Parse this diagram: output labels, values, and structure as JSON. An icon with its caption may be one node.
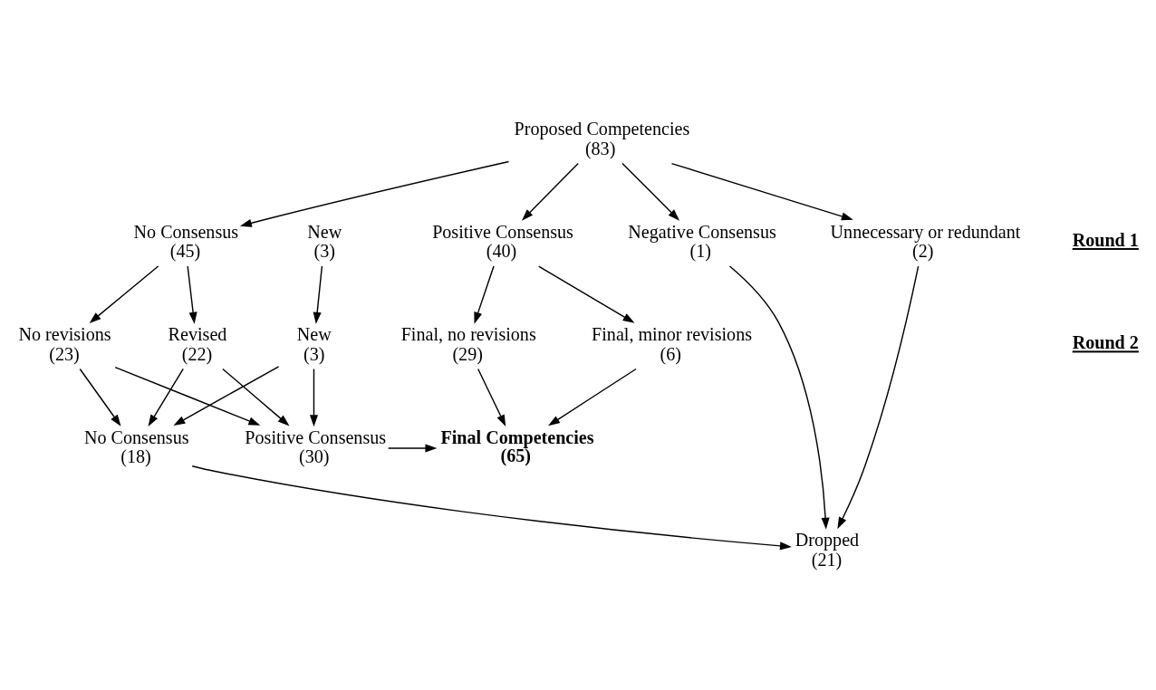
{
  "diagram": {
    "nodes": [
      {
        "text": [
          "Proposed Competencies",
          "(83)"
        ]
      },
      {
        "text": [
          "Negative Consensus",
          "(1)"
        ]
      },
      {
        "text": [
          "Unnecessary or redundant",
          "(2)"
        ]
      },
      {
        "text": [
          "Positive Consensus",
          "(40)"
        ]
      },
      {
        "text": [
          "No Consensus",
          "(45)"
        ]
      },
      {
        "text": [
          "New",
          "(3)"
        ]
      },
      {
        "text": [
          "Final, no revisions",
          "(29)"
        ]
      },
      {
        "text": [
          "Final, minor revisions",
          "(6)"
        ]
      },
      {
        "text": [
          "No revisions",
          "(23)"
        ]
      },
      {
        "text": [
          "Revised",
          "(22)"
        ]
      },
      {
        "text": [
          "New",
          "(3)"
        ]
      },
      {
        "text": [
          "Final Competencies",
          "(65)"
        ]
      },
      {
        "text": [
          "Positive Consensus",
          "(30)"
        ]
      },
      {
        "text": [
          "No Consensus",
          "(18)"
        ]
      },
      {
        "text": [
          "Dropped",
          "(21)"
        ]
      }
    ],
    "edges": [
      {
        "from": 0,
        "to": 1,
        "arrow": "to"
      },
      {
        "from": 0,
        "to": 2,
        "arrow": "to"
      },
      {
        "from": 0,
        "to": 3,
        "arrow": "to"
      },
      {
        "from": 0,
        "to": 4,
        "arrow": "to"
      },
      {
        "from": 1,
        "to": 14,
        "arrow": "to"
      },
      {
        "from": 2,
        "to": 14,
        "arrow": "to"
      },
      {
        "from": 3,
        "to": 6,
        "arrow": "to"
      },
      {
        "from": 3,
        "to": 7,
        "arrow": "to"
      },
      {
        "from": 4,
        "to": 8,
        "arrow": "to"
      },
      {
        "from": 4,
        "to": 9,
        "arrow": "to"
      },
      {
        "from": 5,
        "to": 10,
        "arrow": "to"
      },
      {
        "from": 6,
        "to": 11,
        "arrow": "to"
      },
      {
        "from": 7,
        "to": 11,
        "arrow": "to"
      },
      {
        "from": 8,
        "to": 12,
        "arrow": "to"
      },
      {
        "from": 9,
        "to": 12,
        "arrow": "to"
      },
      {
        "from": 10,
        "to": 12,
        "arrow": "to"
      },
      {
        "from": 8,
        "to": 13,
        "arrow": "to"
      },
      {
        "from": 9,
        "to": 13,
        "arrow": "to"
      },
      {
        "from": 10,
        "to": 13,
        "arrow": "to"
      },
      {
        "from": 12,
        "to": 11,
        "arrow": "to"
      },
      {
        "from": 13,
        "to": 14,
        "arrow": "to"
      }
    ],
    "labels": [
      "Round 1",
      "Round 2"
    ]
  }
}
